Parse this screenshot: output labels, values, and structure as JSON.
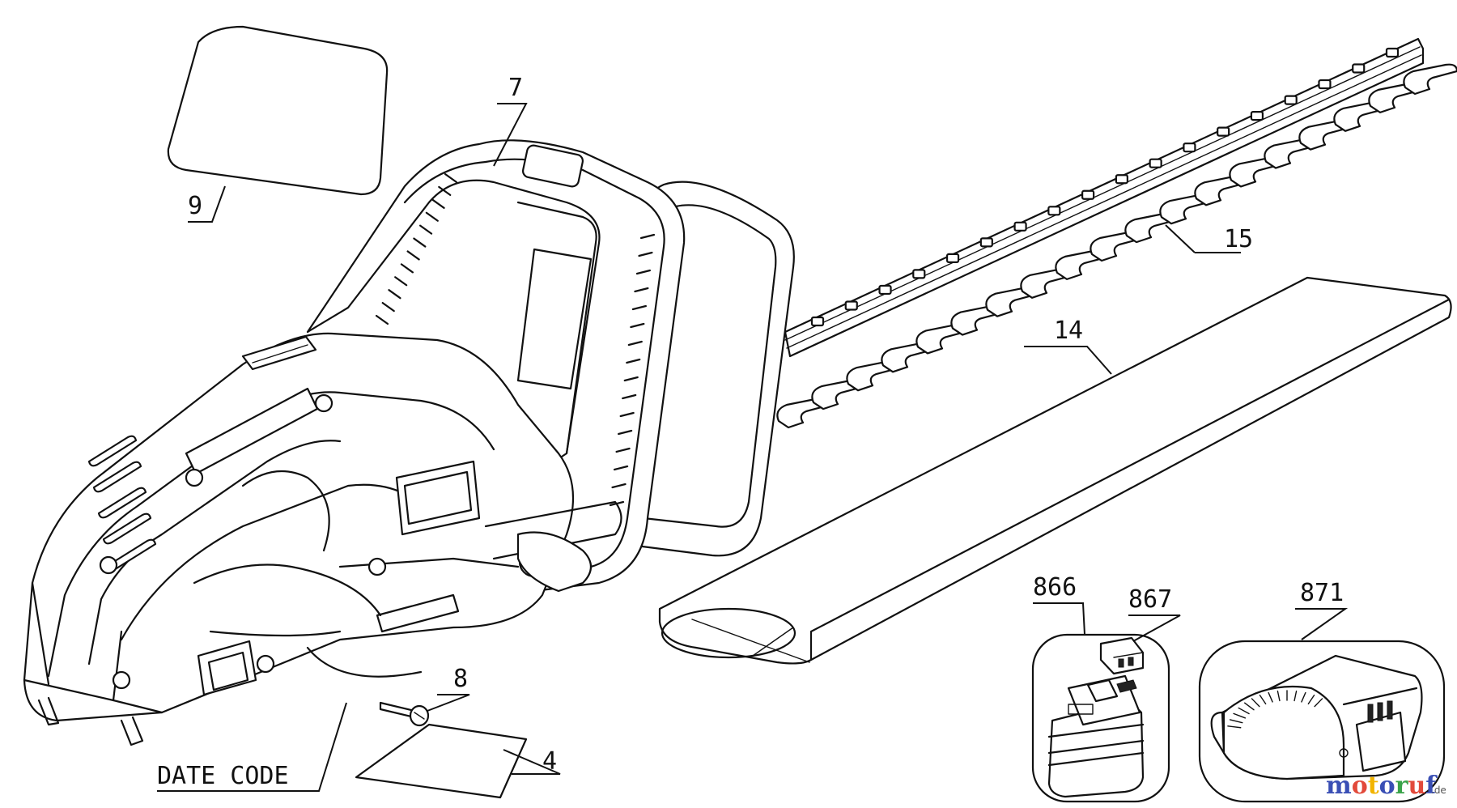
{
  "labels": {
    "part_9": "9",
    "part_7": "7",
    "part_15": "15",
    "part_14": "14",
    "part_8": "8",
    "part_4": "4",
    "date_code": "DATE CODE",
    "part_866": "866",
    "part_867": "867",
    "part_871": "871"
  },
  "watermark": {
    "brand": "motoruf",
    "suffix": ".de",
    "colors": [
      "#3a4fb5",
      "#e24a3b",
      "#f2b400",
      "#3a4fb5",
      "#3aa34a",
      "#e24a3b",
      "#3a4fb5"
    ]
  }
}
